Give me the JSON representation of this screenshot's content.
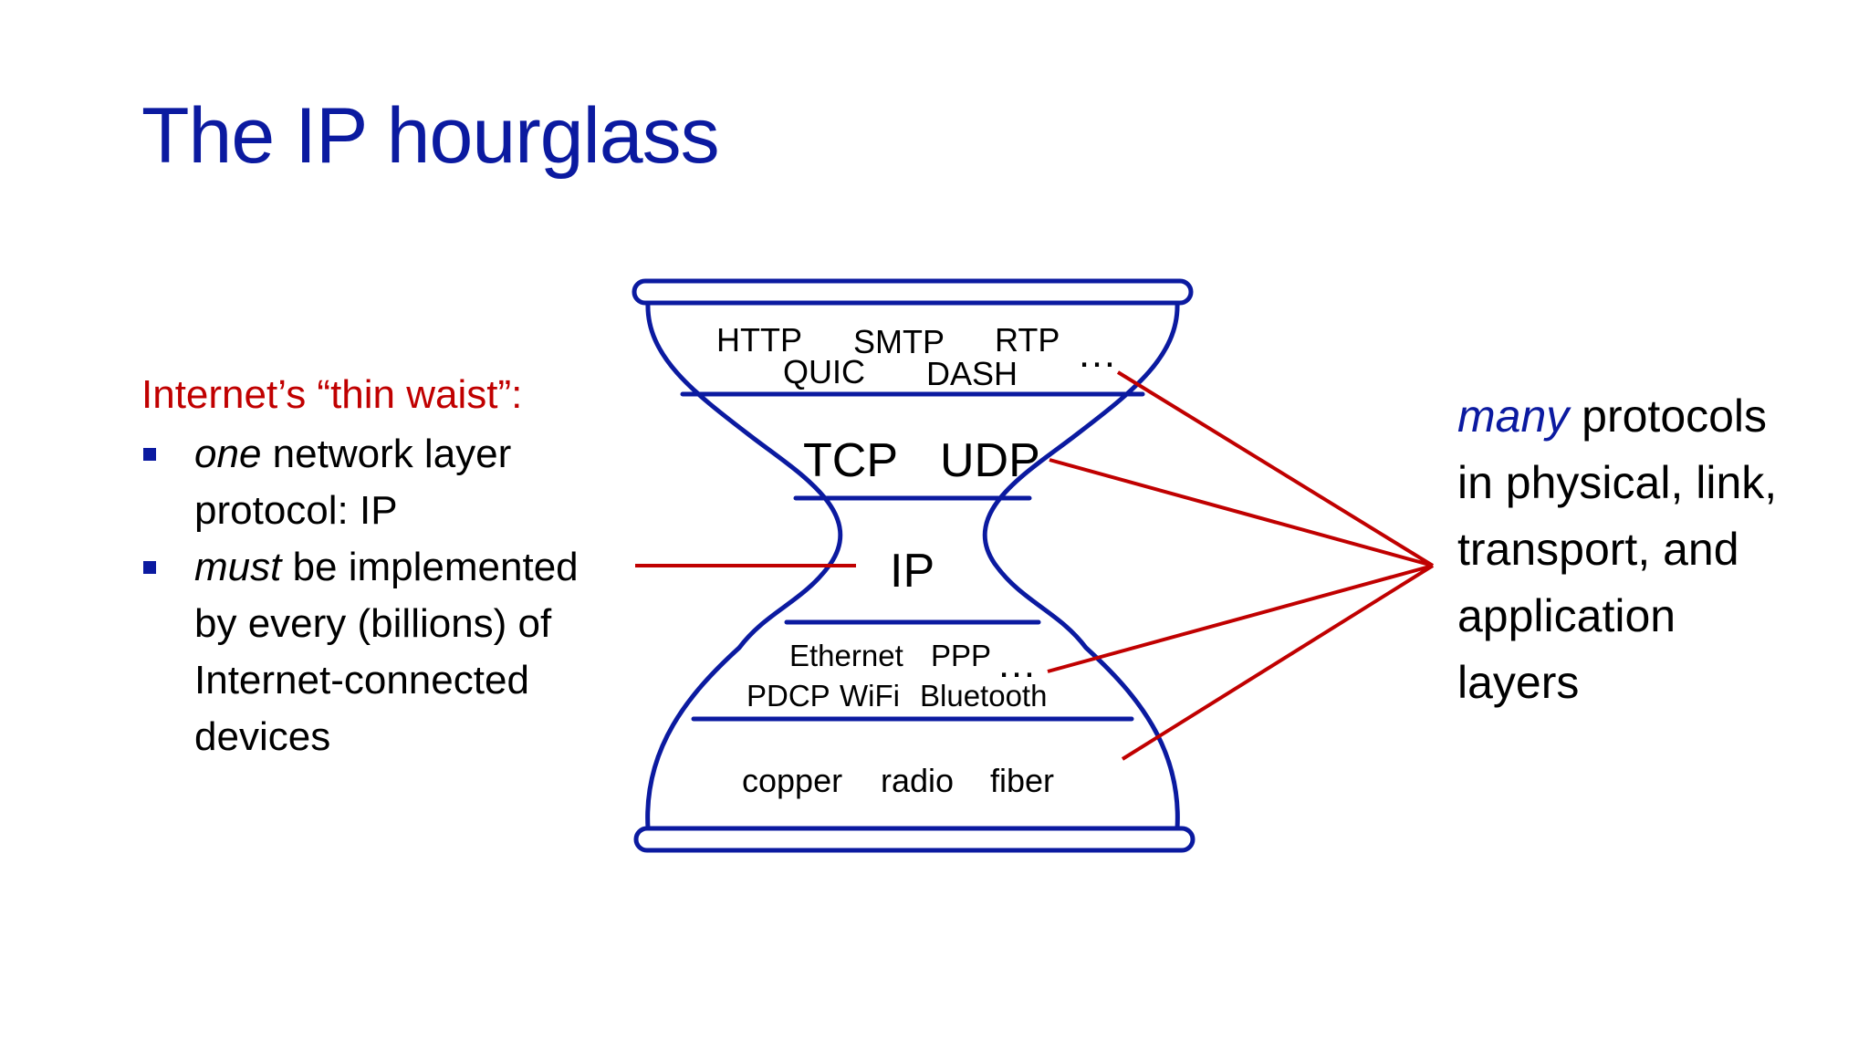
{
  "title": "The IP hourglass",
  "left": {
    "heading": "Internet’s “thin waist”:",
    "bullets": [
      {
        "em": "one",
        "line1_rest": " network layer",
        "line2": "protocol: IP"
      },
      {
        "em": "must",
        "line1_rest": " be implemented",
        "line2": "by every (billions) of",
        "line3": "Internet-connected",
        "line4": "devices"
      }
    ]
  },
  "right": {
    "em": "many",
    "line1_rest": " protocols",
    "line2": "in physical, link,",
    "line3": "transport, and",
    "line4": "application",
    "line5": "layers"
  },
  "hourglass": {
    "application": {
      "row1": [
        "HTTP",
        "SMTP",
        "RTP"
      ],
      "row2": [
        "QUIC",
        "DASH"
      ],
      "more": "…"
    },
    "transport": [
      "TCP",
      "UDP"
    ],
    "network": "IP",
    "link": {
      "row1": [
        "Ethernet",
        "PPP"
      ],
      "row2": [
        "PDCP",
        "WiFi",
        "Bluetooth"
      ],
      "more": "…"
    },
    "physical": [
      "copper",
      "radio",
      "fiber"
    ]
  },
  "colors": {
    "title_blue": "#0b1aa0",
    "accent_red": "#c00000",
    "outline_blue": "#0b1aa0"
  }
}
